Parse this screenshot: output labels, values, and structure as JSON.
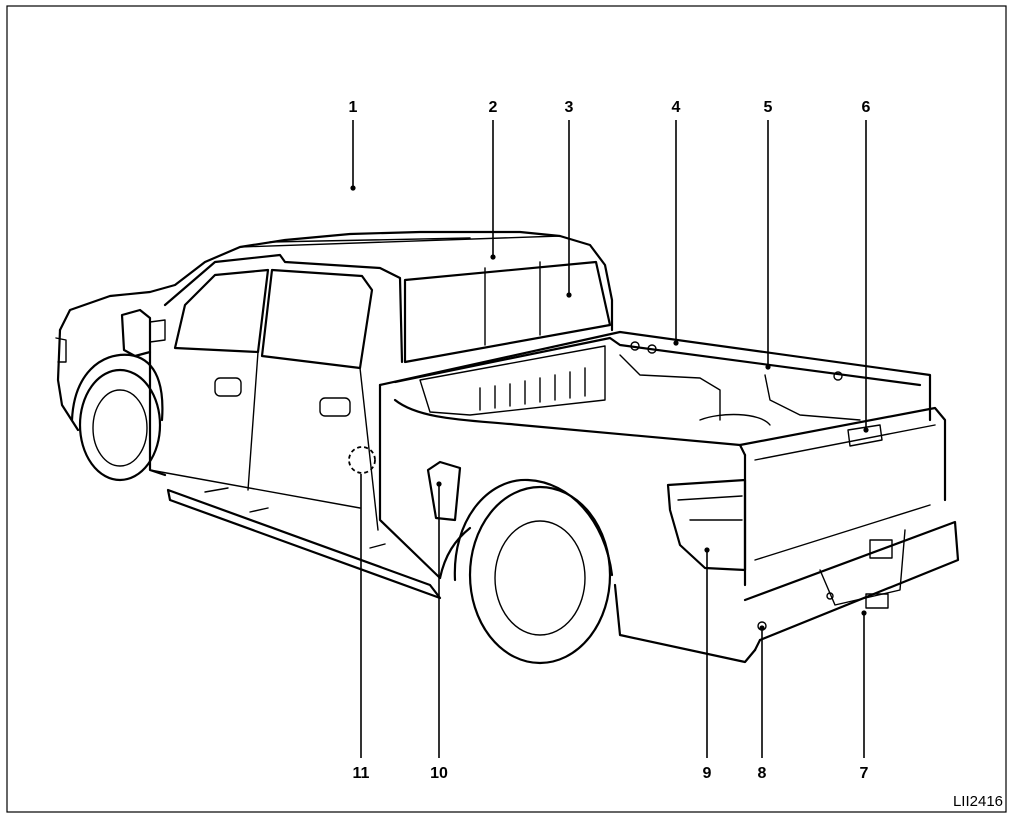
{
  "figure": {
    "code": "LII2416",
    "callouts": [
      {
        "id": "c1",
        "label": "1"
      },
      {
        "id": "c2",
        "label": "2"
      },
      {
        "id": "c3",
        "label": "3"
      },
      {
        "id": "c4",
        "label": "4"
      },
      {
        "id": "c5",
        "label": "5"
      },
      {
        "id": "c6",
        "label": "6"
      },
      {
        "id": "c7",
        "label": "7"
      },
      {
        "id": "c8",
        "label": "8"
      },
      {
        "id": "c9",
        "label": "9"
      },
      {
        "id": "c10",
        "label": "10"
      },
      {
        "id": "c11",
        "label": "11"
      }
    ]
  }
}
